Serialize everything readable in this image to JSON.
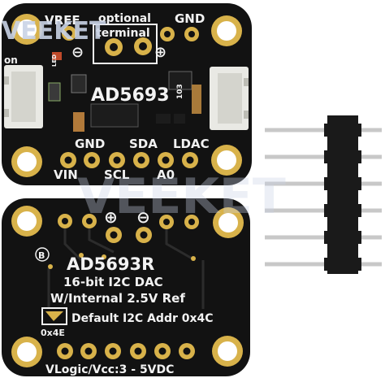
{
  "watermark": "VEEKET",
  "colors": {
    "pcb": "#121212",
    "silkscreen": "#f2f2f2",
    "pad_gold": "#d8b24a",
    "connector": "#e9e9e4",
    "pin_metal": "#c8c8c8",
    "pin_header": "#1a1a1a",
    "watermark": "#c9d3e6"
  },
  "front_board": {
    "labels": {
      "vref": "VREF",
      "optional": "optional",
      "terminal": "terminal",
      "gnd_top": "GND",
      "chip": "AD5693",
      "ic_marking": "103",
      "led": "LED",
      "on": "on",
      "minus": "⊖",
      "plus": "⊕",
      "gnd_bottom": "GND",
      "sda": "SDA",
      "ldac": "LDAC",
      "vin": "VIN",
      "scl": "SCL",
      "a0": "A0"
    }
  },
  "back_board": {
    "labels": {
      "plus": "⊕",
      "minus": "⊖",
      "b": "B",
      "title": "AD5693R",
      "line1": "16-bit I2C DAC",
      "line2": "W/Internal 2.5V Ref",
      "addr": "Default I2C Addr 0x4C",
      "jumper": "0x4E",
      "vlogic": "VLogic/Vcc:3 - 5VDC"
    }
  },
  "pin_header": {
    "pin_count": 6
  }
}
